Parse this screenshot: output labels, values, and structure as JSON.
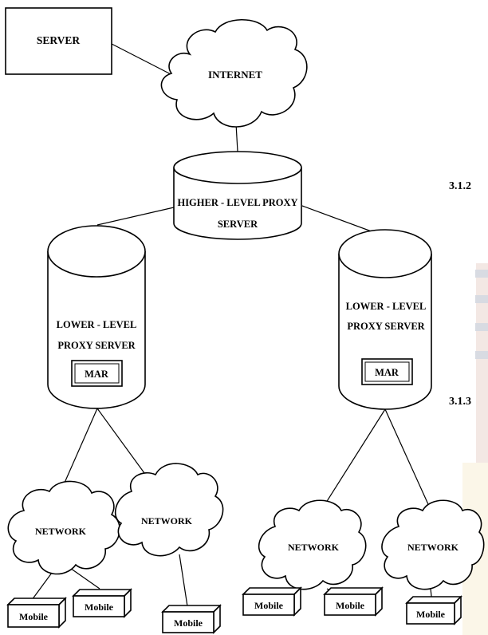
{
  "diagram": {
    "server": "SERVER",
    "internet": "INTERNET",
    "higher_proxy_line1": "HIGHER - LEVEL PROXY",
    "higher_proxy_line2": "SERVER",
    "lower_proxy_line1": "LOWER - LEVEL",
    "lower_proxy_line2": "PROXY SERVER",
    "mar": "MAR",
    "network": "NETWORK",
    "mobile": "Mobile"
  },
  "margin_text": {
    "section_1": "3.1.2",
    "section_2": "3.1.3"
  }
}
